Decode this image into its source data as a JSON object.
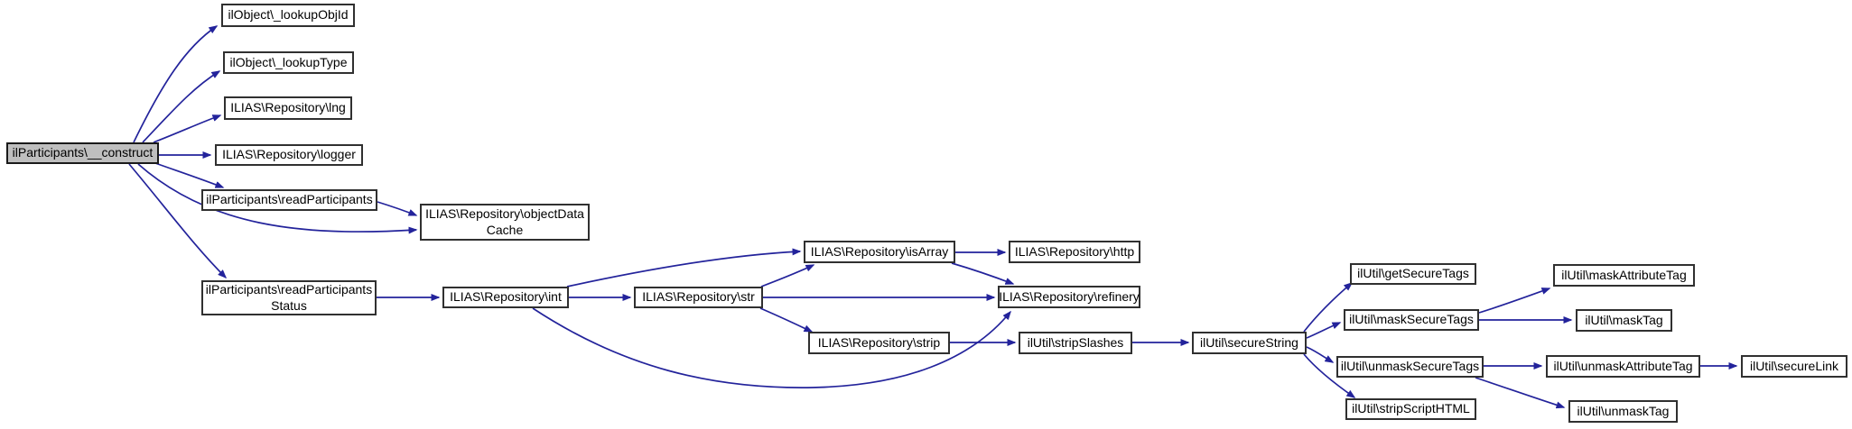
{
  "diagram": {
    "type": "call-graph",
    "root": "ilParticipants\\__construct"
  },
  "colors": {
    "edge": "#23239b",
    "node_border": "#303030",
    "node_fill": "#ffffff",
    "root_fill": "#bfbfbf",
    "background": "#ffffff",
    "text": "#000000"
  },
  "nodes": [
    {
      "id": "construct",
      "label": "ilParticipants\\__construct",
      "root": true
    },
    {
      "id": "lookupObjId",
      "label": "ilObject\\_lookupObjId"
    },
    {
      "id": "lookupType",
      "label": "ilObject\\_lookupType"
    },
    {
      "id": "lng",
      "label": "ILIAS\\Repository\\lng"
    },
    {
      "id": "logger",
      "label": "ILIAS\\Repository\\logger"
    },
    {
      "id": "readParticipants",
      "label": "ilParticipants\\readParticipants"
    },
    {
      "id": "objectDataCache",
      "label": "ILIAS\\Repository\\objectData\nCache"
    },
    {
      "id": "readParticipantsStatus",
      "label": "ilParticipants\\readParticipants\nStatus"
    },
    {
      "id": "int",
      "label": "ILIAS\\Repository\\int"
    },
    {
      "id": "str",
      "label": "ILIAS\\Repository\\str"
    },
    {
      "id": "isArray",
      "label": "ILIAS\\Repository\\isArray"
    },
    {
      "id": "http",
      "label": "ILIAS\\Repository\\http"
    },
    {
      "id": "refinery",
      "label": "ILIAS\\Repository\\refinery"
    },
    {
      "id": "strip",
      "label": "ILIAS\\Repository\\strip"
    },
    {
      "id": "stripSlashes",
      "label": "ilUtil\\stripSlashes"
    },
    {
      "id": "secureString",
      "label": "ilUtil\\secureString"
    },
    {
      "id": "getSecureTags",
      "label": "ilUtil\\getSecureTags"
    },
    {
      "id": "maskSecureTags",
      "label": "ilUtil\\maskSecureTags"
    },
    {
      "id": "unmaskSecureTags",
      "label": "ilUtil\\unmaskSecureTags"
    },
    {
      "id": "stripScriptHTML",
      "label": "ilUtil\\stripScriptHTML"
    },
    {
      "id": "maskAttributeTag",
      "label": "ilUtil\\maskAttributeTag"
    },
    {
      "id": "maskTag",
      "label": "ilUtil\\maskTag"
    },
    {
      "id": "unmaskAttributeTag",
      "label": "ilUtil\\unmaskAttributeTag"
    },
    {
      "id": "secureLink",
      "label": "ilUtil\\secureLink"
    },
    {
      "id": "unmaskTag",
      "label": "ilUtil\\unmaskTag"
    }
  ],
  "edges": [
    {
      "from": "construct",
      "to": "lookupObjId"
    },
    {
      "from": "construct",
      "to": "lookupType"
    },
    {
      "from": "construct",
      "to": "lng"
    },
    {
      "from": "construct",
      "to": "logger"
    },
    {
      "from": "construct",
      "to": "readParticipants"
    },
    {
      "from": "construct",
      "to": "objectDataCache"
    },
    {
      "from": "construct",
      "to": "readParticipantsStatus"
    },
    {
      "from": "readParticipants",
      "to": "objectDataCache"
    },
    {
      "from": "readParticipantsStatus",
      "to": "int"
    },
    {
      "from": "int",
      "to": "str"
    },
    {
      "from": "int",
      "to": "isArray"
    },
    {
      "from": "int",
      "to": "refinery"
    },
    {
      "from": "str",
      "to": "isArray"
    },
    {
      "from": "str",
      "to": "refinery"
    },
    {
      "from": "str",
      "to": "strip"
    },
    {
      "from": "isArray",
      "to": "http"
    },
    {
      "from": "isArray",
      "to": "refinery"
    },
    {
      "from": "strip",
      "to": "stripSlashes"
    },
    {
      "from": "stripSlashes",
      "to": "secureString"
    },
    {
      "from": "secureString",
      "to": "getSecureTags"
    },
    {
      "from": "secureString",
      "to": "maskSecureTags"
    },
    {
      "from": "secureString",
      "to": "unmaskSecureTags"
    },
    {
      "from": "secureString",
      "to": "stripScriptHTML"
    },
    {
      "from": "maskSecureTags",
      "to": "maskAttributeTag"
    },
    {
      "from": "maskSecureTags",
      "to": "maskTag"
    },
    {
      "from": "unmaskSecureTags",
      "to": "unmaskAttributeTag"
    },
    {
      "from": "unmaskSecureTags",
      "to": "unmaskTag"
    },
    {
      "from": "unmaskAttributeTag",
      "to": "secureLink"
    }
  ]
}
